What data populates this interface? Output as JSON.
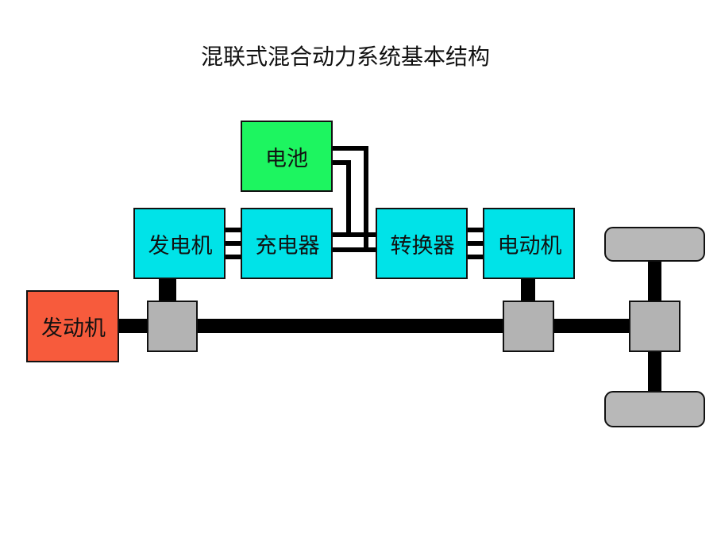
{
  "title": "混联式混合动力系统基本结构",
  "colors": {
    "battery": "#1DF560",
    "electrical": "#00E3E8",
    "engine": "#F75B3C",
    "coupler": "#B3B3B3",
    "wheel": "#B8B8B8",
    "link": "#000000"
  },
  "components": {
    "battery": "电池",
    "generator": "发电机",
    "charger": "充电器",
    "converter": "转换器",
    "motor": "电动机",
    "engine": "发动机"
  },
  "connections": [
    {
      "from": "generator",
      "to": "charger",
      "type": "electrical"
    },
    {
      "from": "charger",
      "to": "converter",
      "type": "electrical"
    },
    {
      "from": "battery",
      "to": "converter",
      "type": "electrical"
    },
    {
      "from": "converter",
      "to": "motor",
      "type": "electrical"
    },
    {
      "from": "engine",
      "to": "coupler-1",
      "type": "mechanical"
    },
    {
      "from": "generator",
      "to": "coupler-1",
      "type": "mechanical"
    },
    {
      "from": "coupler-1",
      "to": "coupler-2",
      "type": "mechanical"
    },
    {
      "from": "motor",
      "to": "coupler-2",
      "type": "mechanical"
    },
    {
      "from": "coupler-2",
      "to": "differential",
      "type": "mechanical"
    },
    {
      "from": "differential",
      "to": "wheels",
      "type": "mechanical"
    }
  ]
}
